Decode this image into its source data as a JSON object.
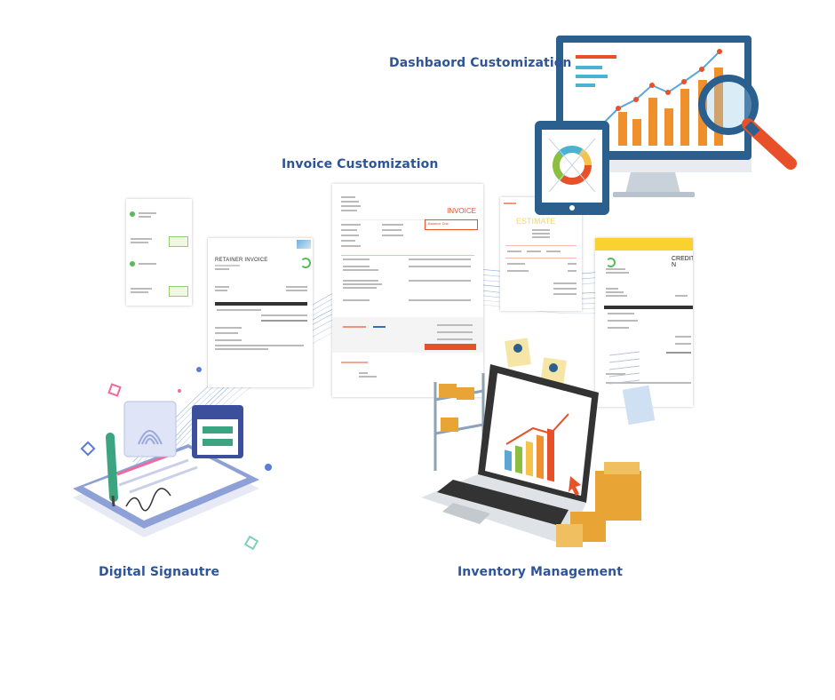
{
  "labels": {
    "dashboard": "Dashbaord Customization",
    "invoice": "Invoice Customization",
    "signature": "Digital Signautre",
    "inventory": "Inventory Management"
  },
  "documents": {
    "retainer_title": "RETAINER INVOICE",
    "invoice_title": "INVOICE",
    "invoice_balance_label": "Balance Due",
    "estimate_title": "ESTIMATE",
    "credit_title": "CREDIT N"
  },
  "colors": {
    "label": "#2f5597",
    "invoice_accent": "#e8502a",
    "estimate_accent": "#f5d76e",
    "credit_accent": "#f9d230",
    "monitor_frame": "#2b5f8e",
    "bars": "#f0902c"
  }
}
